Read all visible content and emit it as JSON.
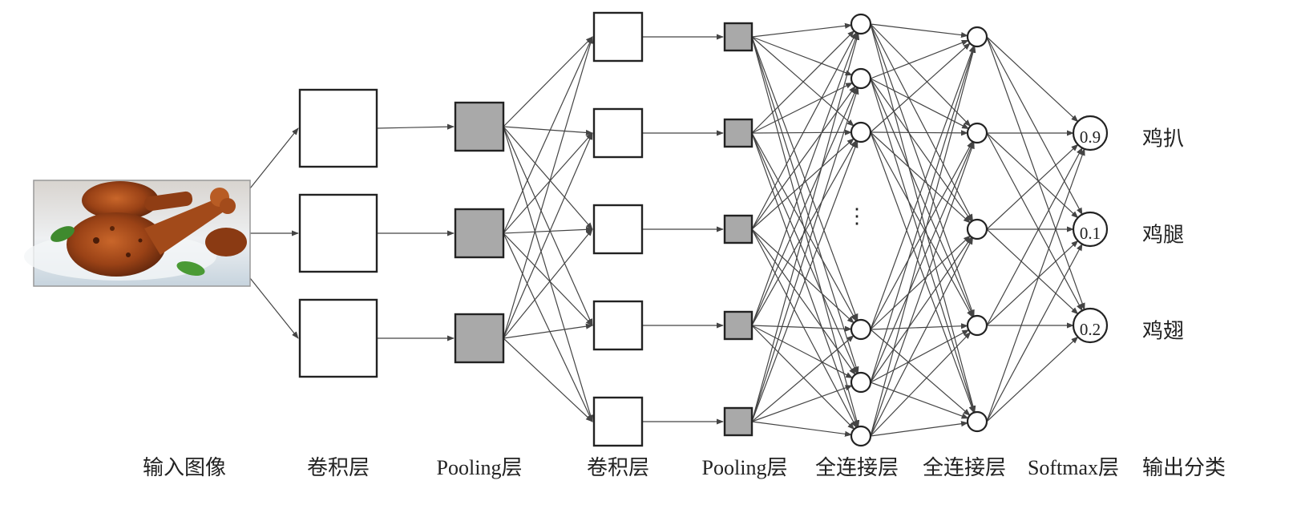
{
  "layers": [
    {
      "id": "input",
      "caption": "输入图像"
    },
    {
      "id": "conv1",
      "caption": "卷积层"
    },
    {
      "id": "pool1",
      "caption": "Pooling层"
    },
    {
      "id": "conv2",
      "caption": "卷积层"
    },
    {
      "id": "pool2",
      "caption": "Pooling层"
    },
    {
      "id": "fc1",
      "caption": "全连接层"
    },
    {
      "id": "fc2",
      "caption": "全连接层"
    },
    {
      "id": "softmax",
      "caption": "Softmax层"
    },
    {
      "id": "output",
      "caption": "输出分类"
    }
  ],
  "ellipsis": "⋮",
  "outputs": [
    {
      "value": "0.9",
      "label": "鸡扒"
    },
    {
      "value": "0.1",
      "label": "鸡腿"
    },
    {
      "value": "0.2",
      "label": "鸡翅"
    }
  ],
  "colors": {
    "pool_fill": "#a9a9a9",
    "stroke": "#222222"
  }
}
